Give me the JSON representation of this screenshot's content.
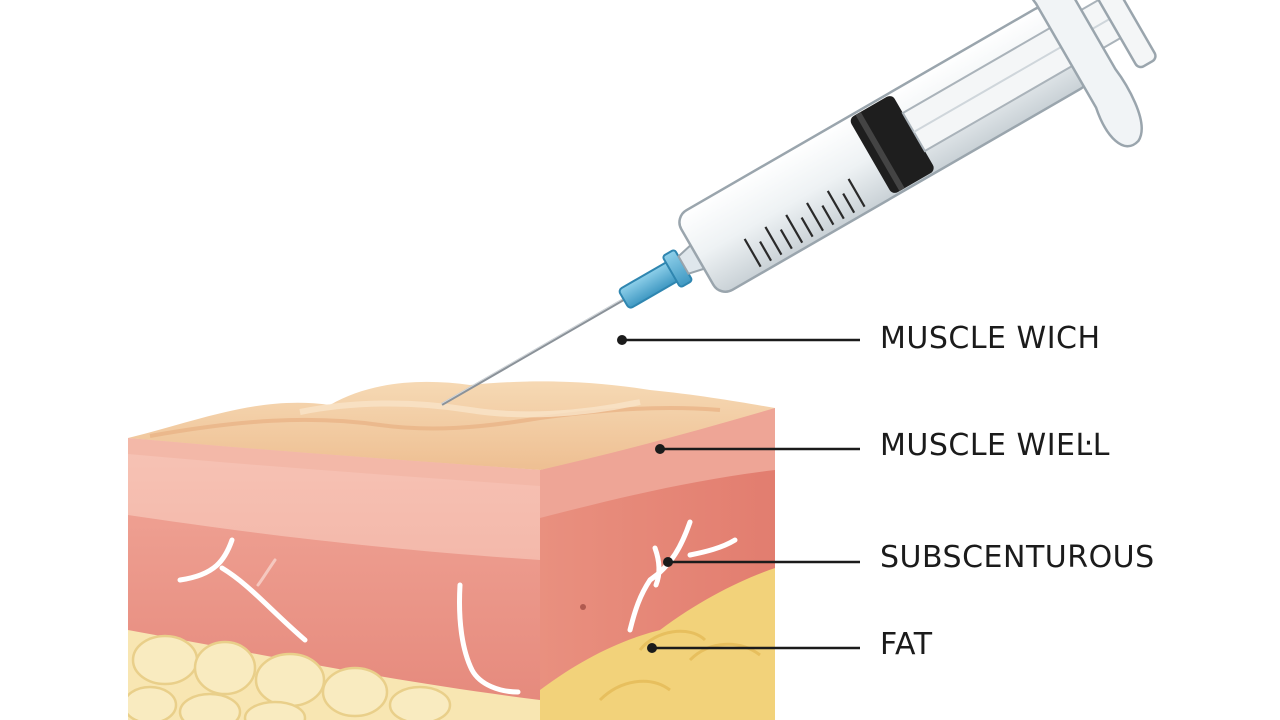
{
  "labels": {
    "muscle_wich": "MUSCLE WICH",
    "muscle_wiell": "MUSCLE WIEĿL",
    "subscenturous": "SUBSCENTUROUS",
    "fat": "FAT"
  },
  "colors": {
    "epidermis": "#f0c9a0",
    "dermis": "#f2b3a6",
    "muscle": "#e8968a",
    "fat": "#f6e3a8",
    "fat_side": "#f2d37a",
    "needle_hub": "#5fb3d6",
    "syringe_stopper": "#1e1e1e",
    "leader_line": "#1b1b1b"
  },
  "icons": [
    "syringe-icon",
    "skin-cross-section"
  ]
}
